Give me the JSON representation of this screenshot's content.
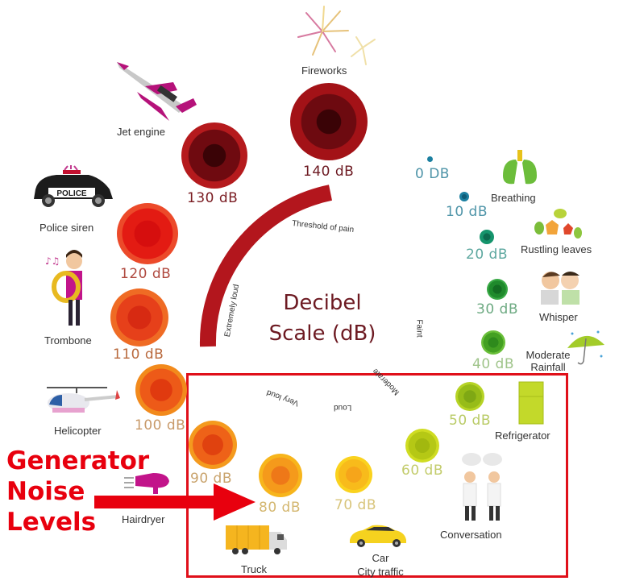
{
  "title": {
    "line1": "Decibel",
    "line2": "Scale (dB)",
    "color": "#6d1a22"
  },
  "callout": {
    "line1": "Generator",
    "line2": "Noise",
    "line3": "Levels",
    "color": "#e8000e"
  },
  "arc_labels": {
    "threshold": "Threshold of pain",
    "extremely_loud": "Extremely loud",
    "faint": "Faint",
    "moderate": "Moderate",
    "loud": "Loud",
    "very_loud": "Very loud"
  },
  "levels": [
    {
      "db": "0 DB",
      "source": "Breathing",
      "color": "#1b7fa0"
    },
    {
      "db": "10 dB",
      "source": "",
      "color": "#1b7fa0"
    },
    {
      "db": "20 dB",
      "source": "Rustling leaves",
      "color": "#15946c"
    },
    {
      "db": "30 dB",
      "source": "Whisper",
      "color": "#2e9f3a"
    },
    {
      "db": "40 dB",
      "source": "Moderate Rainfall",
      "color": "#59b22a"
    },
    {
      "db": "50 dB",
      "source": "Refrigerator",
      "color": "#a6c81c"
    },
    {
      "db": "60 dB",
      "source": "Conversation",
      "color": "#c6d51a"
    },
    {
      "db": "70 dB",
      "source": "Car City traffic",
      "color": "#f7cb1a"
    },
    {
      "db": "80 dB",
      "source": "Truck",
      "color": "#f7b51c"
    },
    {
      "db": "90 dB",
      "source": "Hairdryer",
      "color": "#f49a1e"
    },
    {
      "db": "100 dB",
      "source": "Helicopter",
      "color": "#f28a1c"
    },
    {
      "db": "110 dB",
      "source": "Trombone",
      "color": "#ef6b24"
    },
    {
      "db": "120 dB",
      "source": "Police siren",
      "color": "#ec4a2a"
    },
    {
      "db": "130 dB",
      "source": "Jet engine",
      "color": "#b51a1d"
    },
    {
      "db": "140 dB",
      "source": "Fireworks",
      "color": "#a31217"
    }
  ],
  "sources": {
    "fireworks": "Fireworks",
    "jet": "Jet engine",
    "police": "Police siren",
    "police_text": "POLICE",
    "trombone": "Trombone",
    "helicopter": "Helicopter",
    "hairdryer": "Hairdryer",
    "truck": "Truck",
    "car_line1": "Car",
    "car_line2": "City traffic",
    "conversation": "Conversation",
    "refrigerator": "Refrigerator",
    "breathing": "Breathing",
    "leaves": "Rustling leaves",
    "whisper": "Whisper",
    "rain_line1": "Moderate",
    "rain_line2": "Rainfall"
  }
}
